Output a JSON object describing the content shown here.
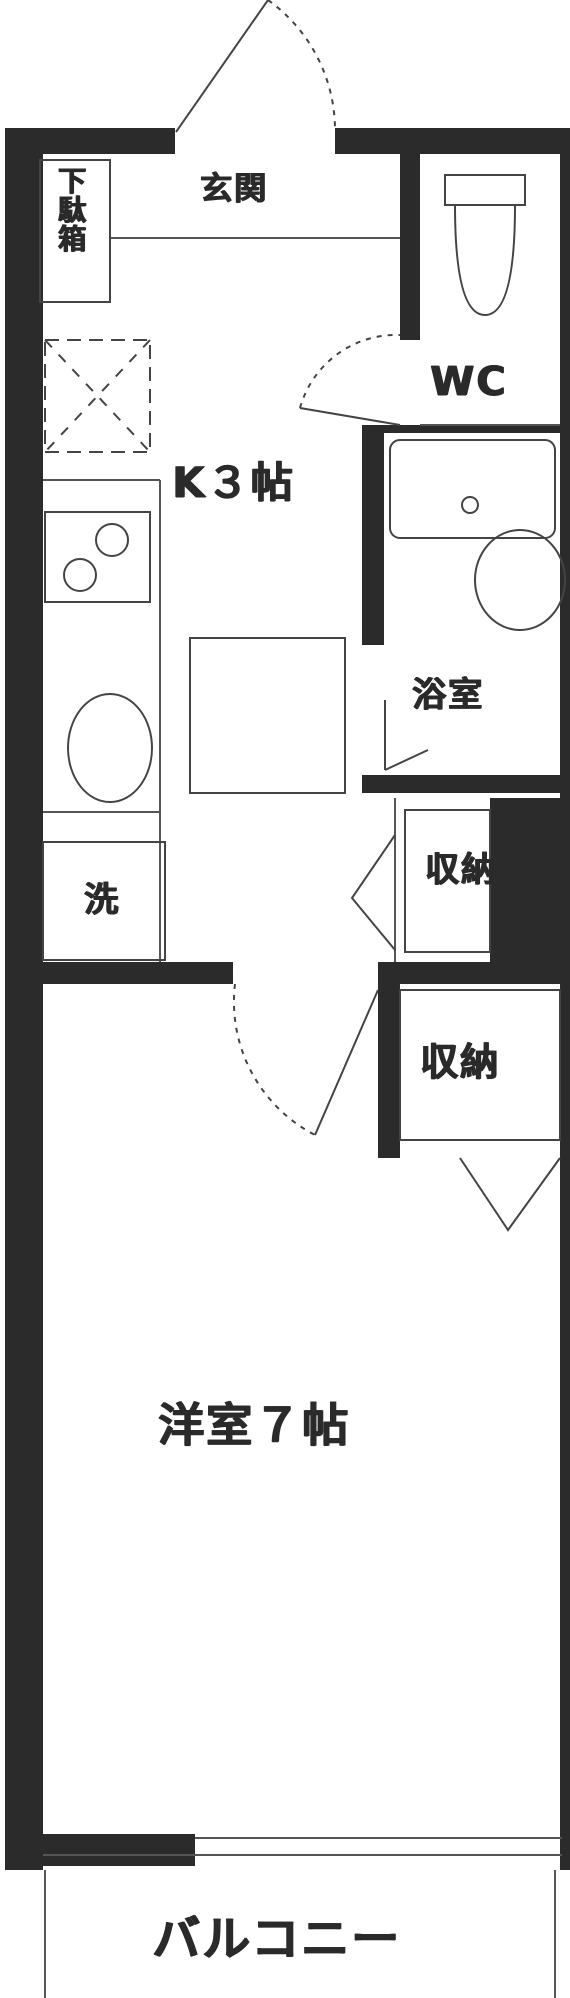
{
  "rooms": {
    "entrance": "玄関",
    "shoe_box": "下駄箱",
    "wc": "WC",
    "kitchen": "K３帖",
    "bath": "浴室",
    "storage_upper": "収納",
    "storage_lower": "収納",
    "laundry": "洗",
    "western_room": "洋室７帖",
    "balcony": "バルコニー"
  },
  "colors": {
    "wall": "#2b2b2b",
    "line": "#555555",
    "background": "#ffffff"
  }
}
